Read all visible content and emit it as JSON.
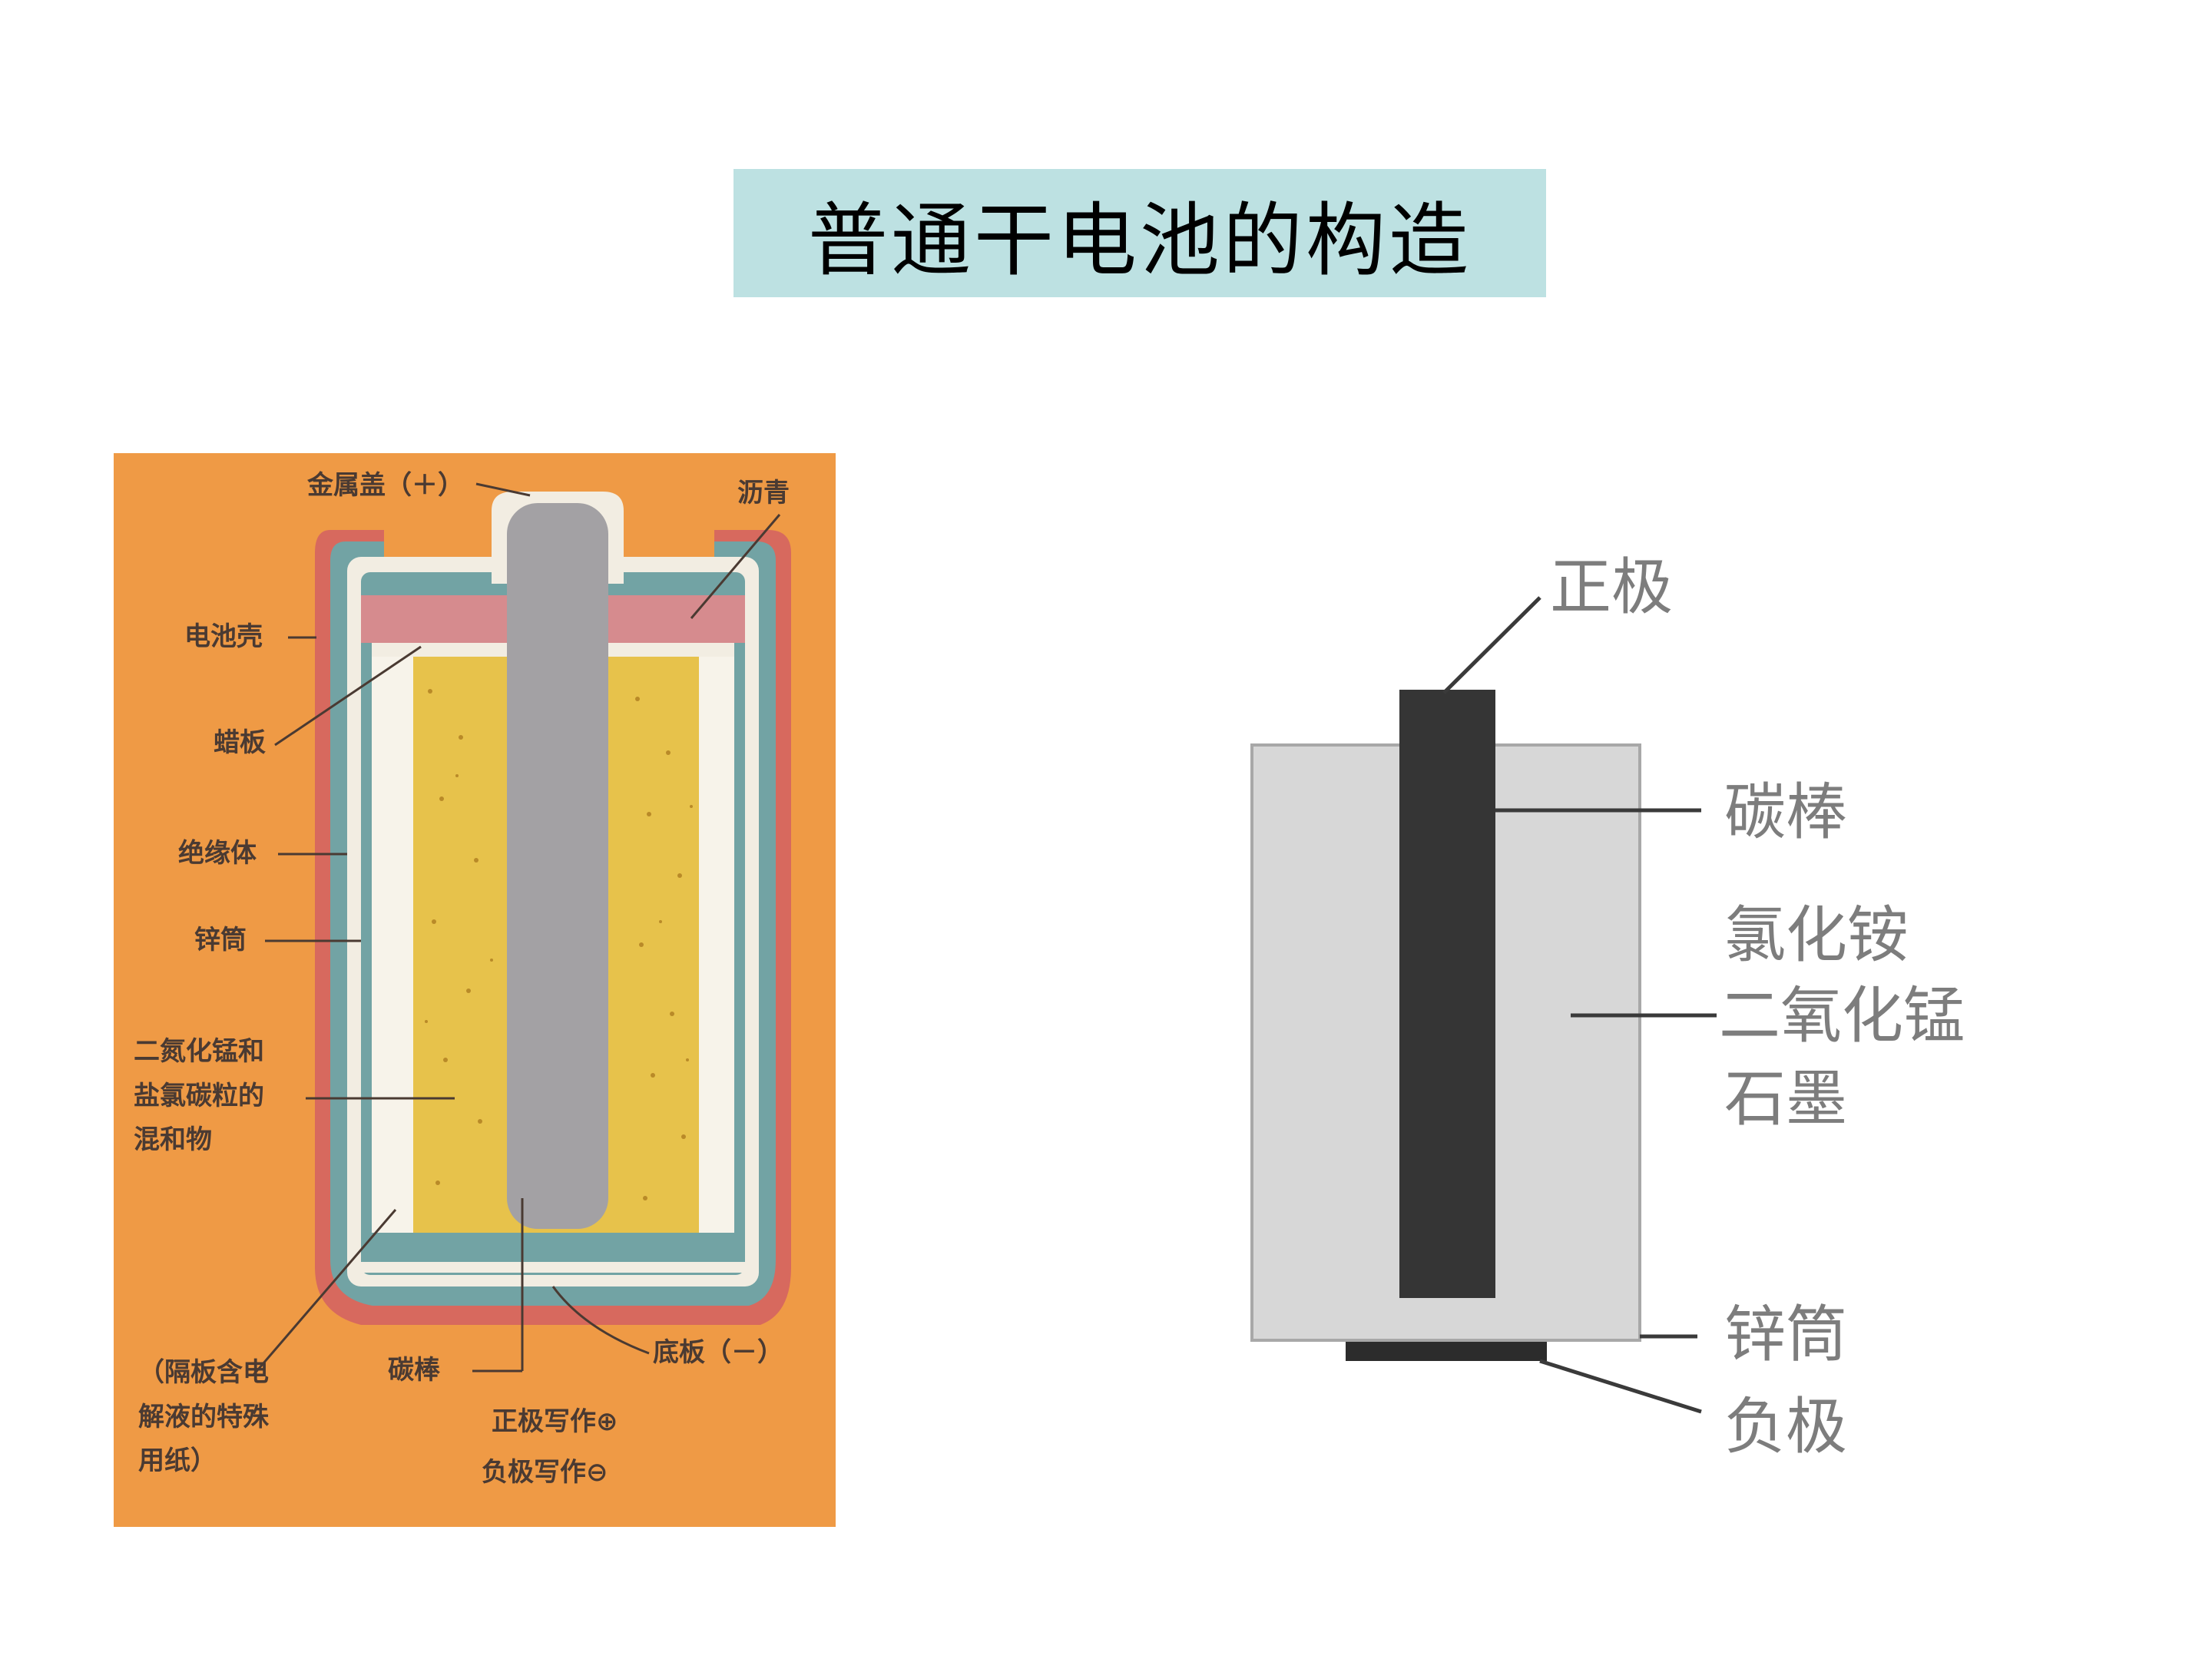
{
  "title": "普通干电池的构造",
  "left_diagram": {
    "labels": {
      "metal_cap": "金属盖（＋）",
      "asphalt": "沥青",
      "battery_shell": "电池壳",
      "wax_plate": "蜡板",
      "insulator": "绝缘体",
      "zinc_tube": "锌筒",
      "mixture_line1": "二氮化锰和",
      "mixture_line2": "盐氯碳粒的",
      "mixture_line3": "混和物",
      "separator_line1": "（隔板含电",
      "separator_line2": "解液的特殊",
      "separator_line3": "用纸）",
      "carbon_rod": "碳棒",
      "bottom_plate": "底板（－）",
      "positive_note": "正极写作⊕",
      "negative_note": "负极写作⊖"
    },
    "colors": {
      "background": "#ef9a45",
      "shell": "#d7695e",
      "zinc": "#72a3a4",
      "paper": "#f2ede2",
      "mixture": "#e7c24b",
      "rod": "#a3a1a4",
      "asphalt": "#d68b8e"
    }
  },
  "right_diagram": {
    "labels": {
      "positive": "正极",
      "carbon_rod": "碳棒",
      "contents_line1": "氯化铵",
      "contents_line2": "二氧化锰",
      "contents_line3": "石墨",
      "zinc_tube": "锌筒",
      "negative": "负极"
    },
    "colors": {
      "body": "#d7d7d7",
      "rod": "#353535",
      "label": "#7d7d7d"
    }
  }
}
